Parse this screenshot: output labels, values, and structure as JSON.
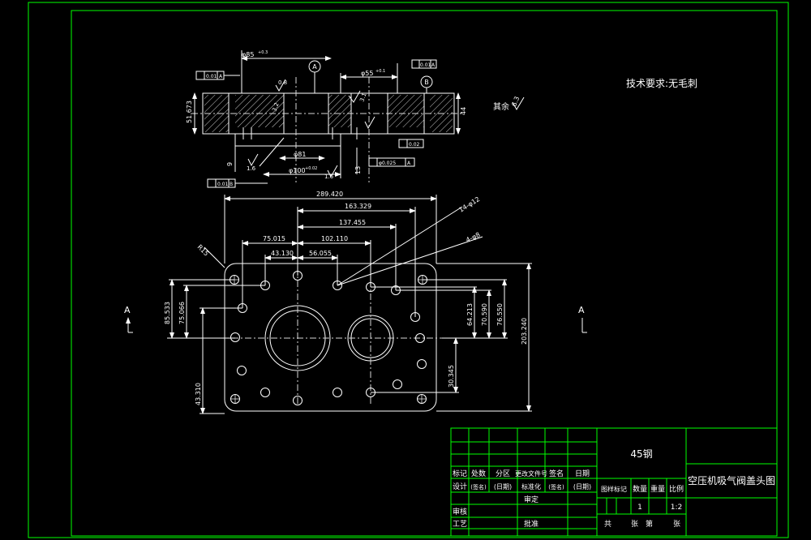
{
  "colors": {
    "background": "#000000",
    "frame": "#00ff00",
    "drawing": "#ffffff",
    "centerline": "#d8d8d8"
  },
  "section_view": {
    "datum_a": "A",
    "datum_b": "B",
    "dim_dia_top": "φ85",
    "dim_dia_top_tol": "+0.3",
    "dim_dia_mid": "φ55",
    "dim_dia_mid_tol": "+0.1",
    "dim_dia_bottom": "φ100",
    "dim_dia_bottom_tol": "+0.02",
    "dim_dia_core": "φ81",
    "dim_height_left": "51.673",
    "dim_height_right": "44",
    "dim_small_left": "9",
    "dim_small_right": "13",
    "roughness_08": "0.8",
    "roughness_16": "1.6",
    "roughness_32": "3.2",
    "roughness_31": "3.1",
    "roughness_16b": "1.6",
    "tol_parallel_left": "0.01",
    "tol_parallel_left_ref": "A",
    "tol_parallel_right": "0.01",
    "tol_parallel_right_ref": "A",
    "tol_flat": "0.02",
    "tol_runout": "φ0.025",
    "tol_runout_ref": "A",
    "tol_perp": "0.01",
    "tol_perp_ref": "B"
  },
  "notes": {
    "tech_requirement": "技术要求:无毛刺",
    "rest_roughness_label": "其余",
    "rest_roughness_value": "6.3"
  },
  "plan_view": {
    "dim_overall_width": "289.420",
    "dim_163": "163.329",
    "dim_137": "137.455",
    "dim_102": "102.110",
    "dim_75": "75.015",
    "dim_43": "43.130",
    "dim_56": "56.055",
    "dim_holes_14": "14-φ12",
    "dim_holes_4": "4-φ8",
    "dim_r15": "R15",
    "dim_85": "85.533",
    "dim_75v": "75.066",
    "dim_64": "64.213",
    "dim_70": "70.590",
    "dim_76": "76.550",
    "dim_203": "203.240",
    "dim_30": "30.345",
    "dim_43v": "43.310",
    "section_mark_left": "A",
    "section_mark_right": "A"
  },
  "title_block": {
    "material": "45钢",
    "part_name": "空压机吸气阀盖头图",
    "rev_cols": [
      "标记",
      "处数",
      "分区",
      "更改文件号",
      "签名",
      "日期"
    ],
    "row_design": [
      "设计",
      "(签名)",
      "(日期)",
      "标准化",
      "(签名)",
      "(日期)"
    ],
    "review": "审核",
    "approve": "审定",
    "process": "工艺",
    "ratify": "批准",
    "col_stage": "图样标记",
    "col_weight": "数量",
    "col_mass": "重量",
    "col_scale": "比例",
    "qty": "1",
    "scale": "1:2",
    "total": "共",
    "sheet": "张",
    "no": "第",
    "page": "张"
  }
}
